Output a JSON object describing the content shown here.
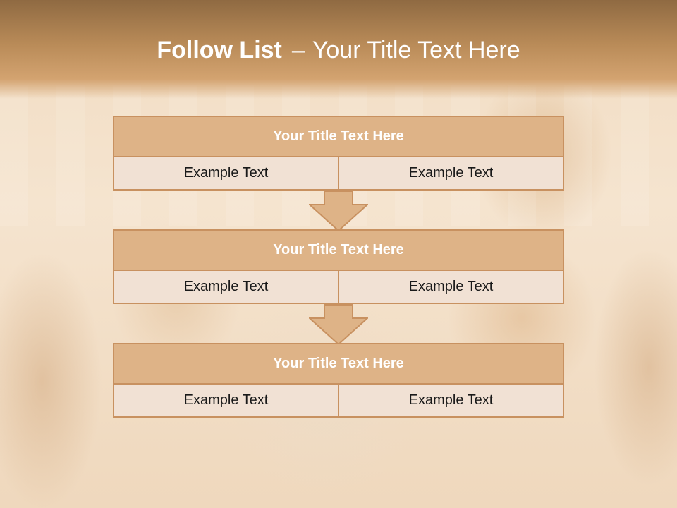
{
  "slide": {
    "title_bold": "Follow List",
    "title_separator": "–",
    "title_rest": "Your Title Text Here"
  },
  "blocks": [
    {
      "heading": "Your Title Text Here",
      "left_text": "Example Text",
      "right_text": "Example Text"
    },
    {
      "heading": "Your Title Text Here",
      "left_text": "Example Text",
      "right_text": "Example Text"
    },
    {
      "heading": "Your Title Text Here",
      "left_text": "Example Text",
      "right_text": "Example Text"
    }
  ],
  "colors": {
    "header_brown": "#8f6a42",
    "block_head": "#deb387",
    "block_border": "#c89160",
    "cell_fill": "#f1e1d4",
    "arrow_fill": "#deb387"
  },
  "icons": [
    "down-arrow-icon",
    "down-arrow-icon"
  ]
}
